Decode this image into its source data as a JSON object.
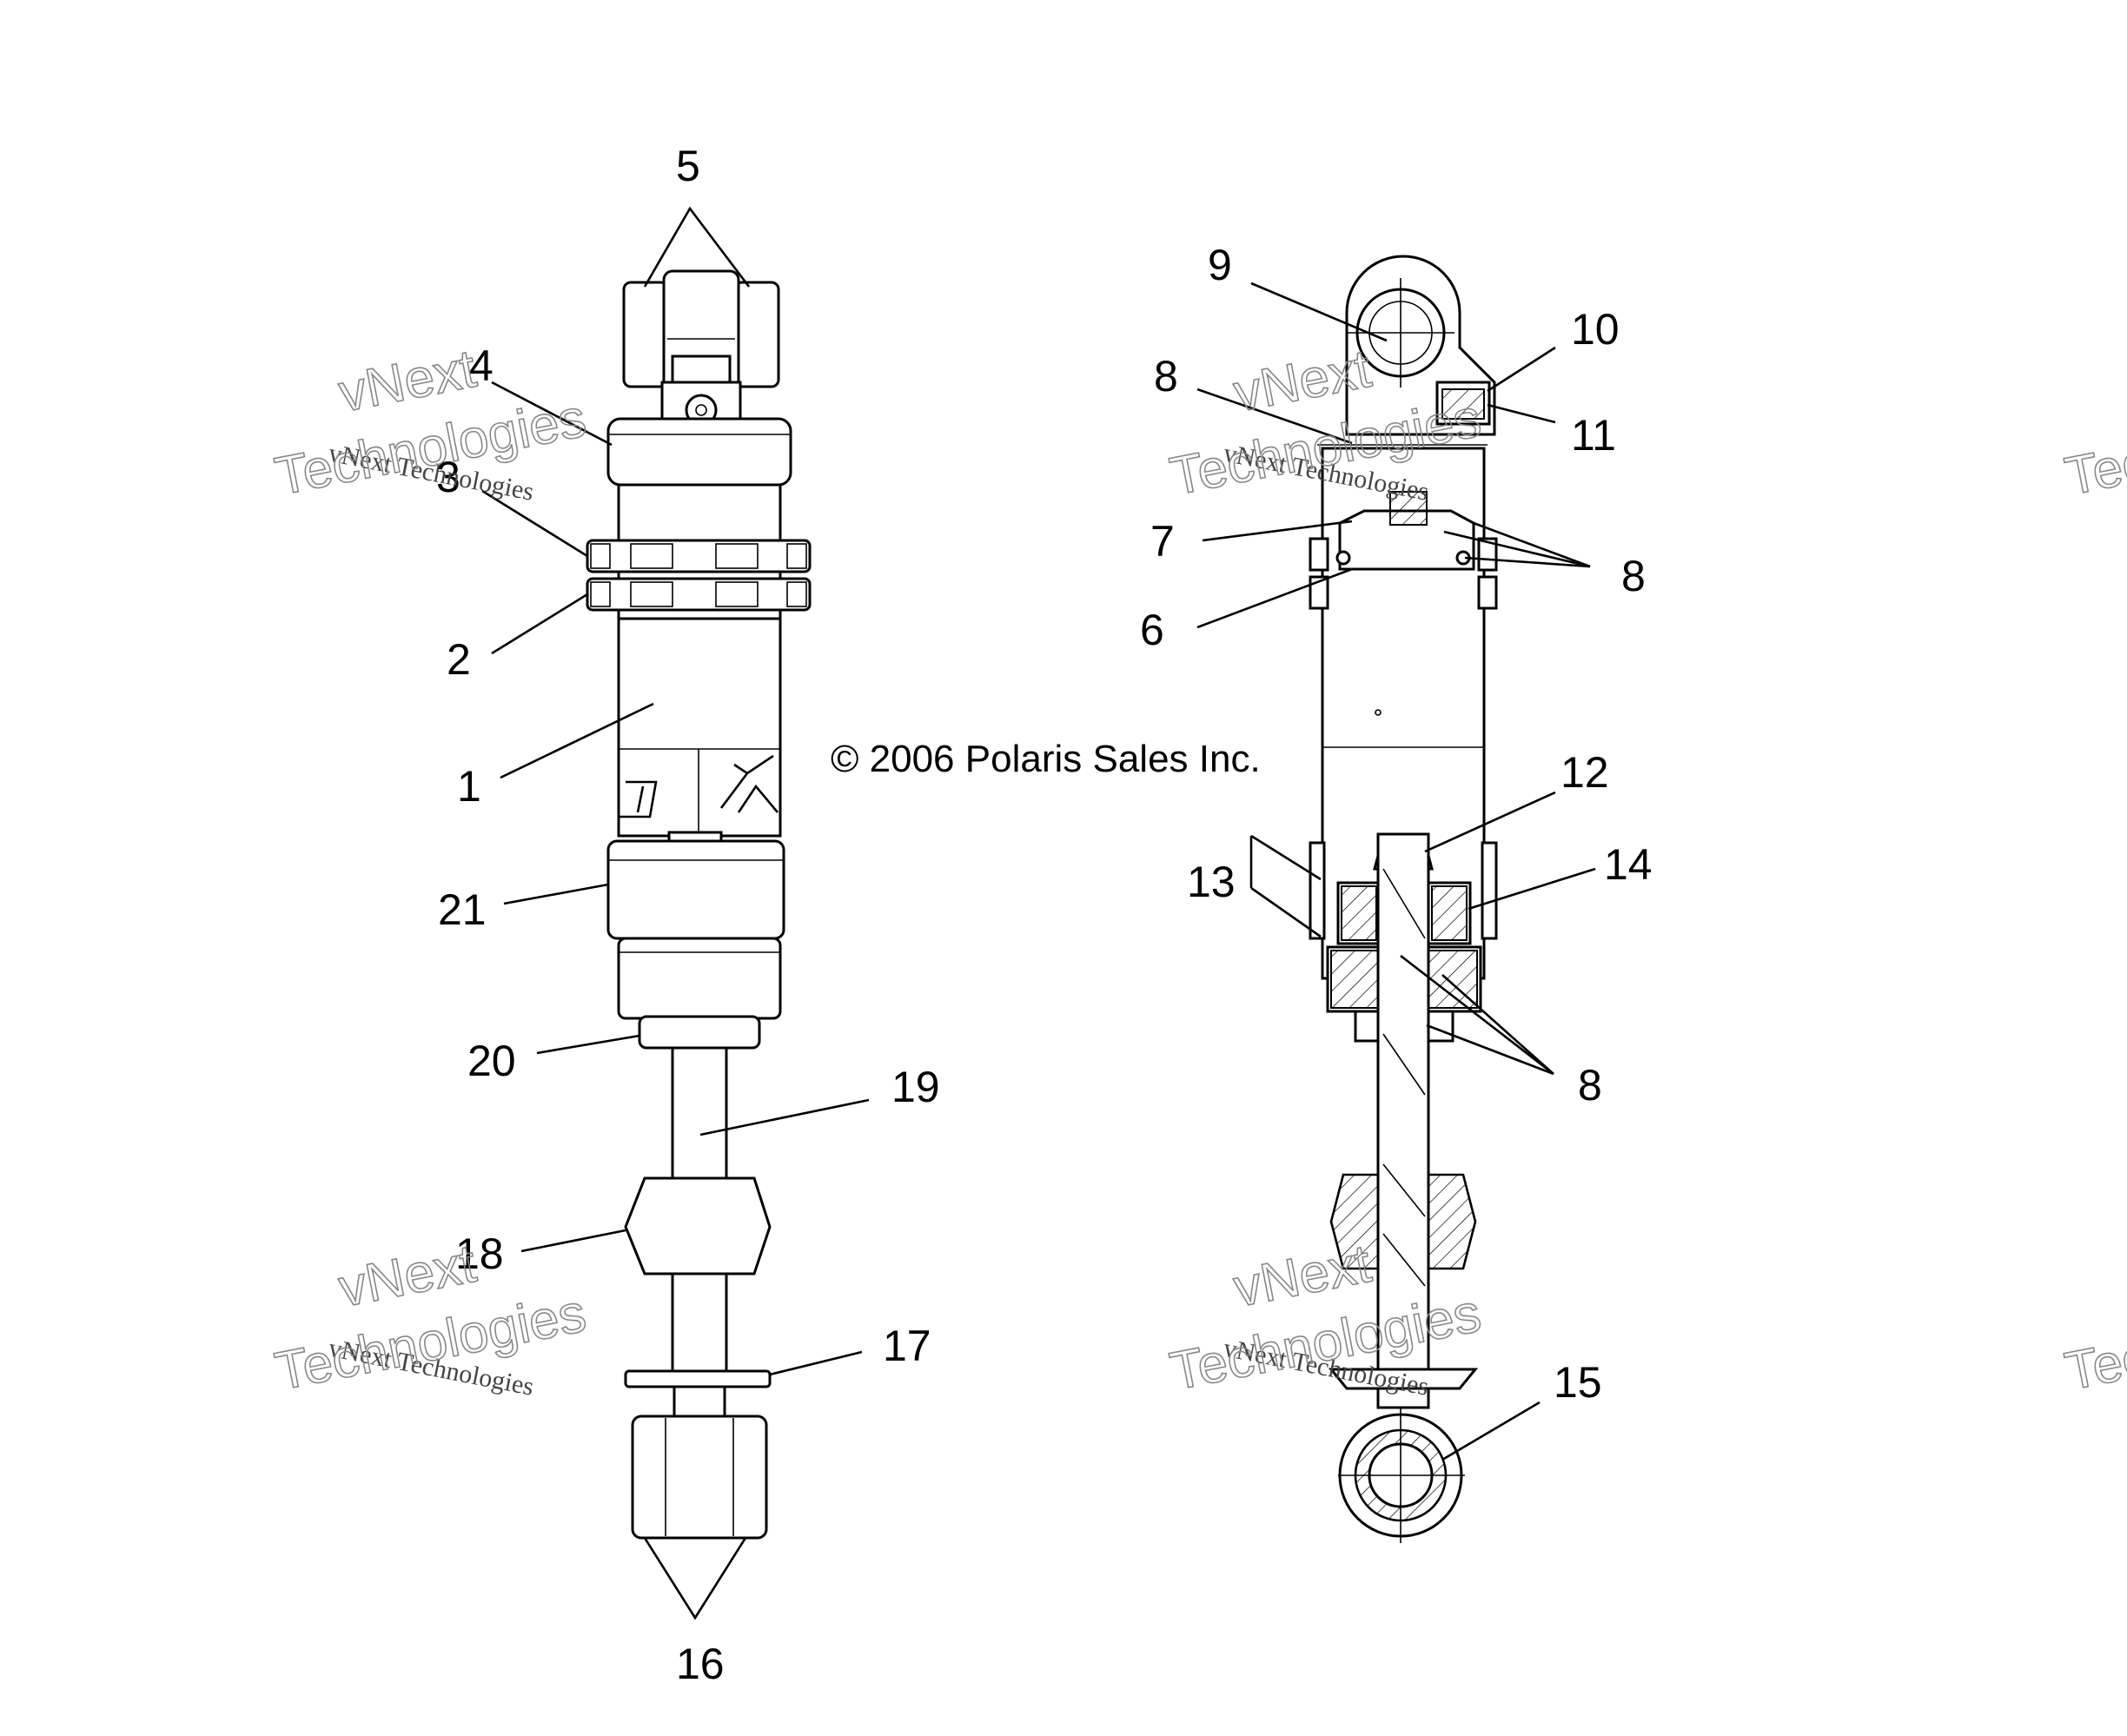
{
  "copyright": "© 2006 Polaris Sales Inc.",
  "watermark": {
    "line1": "vNext",
    "line2": "Technologies",
    "small": "vNext Technologies"
  },
  "callouts": {
    "c1": "1",
    "c2": "2",
    "c3": "3",
    "c4": "4",
    "c5": "5",
    "c6": "6",
    "c7": "7",
    "c8a": "8",
    "c8b": "8",
    "c8c": "8",
    "c9": "9",
    "c10": "10",
    "c11": "11",
    "c12": "12",
    "c13": "13",
    "c14": "14",
    "c15": "15",
    "c16": "16",
    "c17": "17",
    "c18": "18",
    "c19": "19",
    "c20": "20",
    "c21": "21"
  },
  "colors": {
    "line": "#000000",
    "background": "#ffffff",
    "watermark": "#888888"
  }
}
